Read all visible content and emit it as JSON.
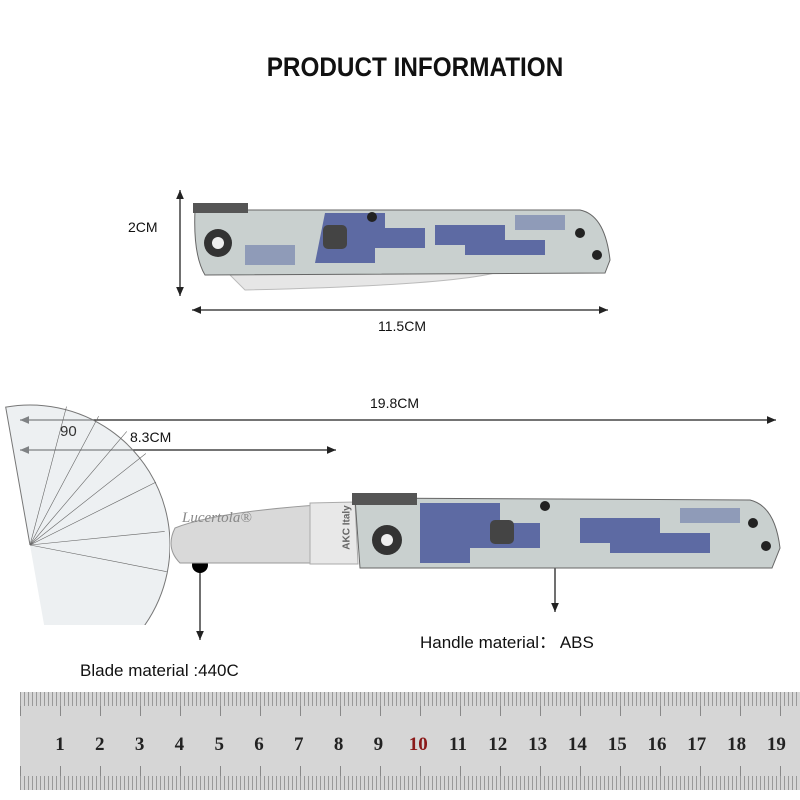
{
  "title": "PRODUCT INFORMATION",
  "dimensions": {
    "height": "2CM",
    "closed_length": "11.5CM",
    "open_length": "19.8CM",
    "blade_length": "8.3CM"
  },
  "materials": {
    "handle": "Handle material： ABS",
    "blade": "Blade material :440C"
  },
  "blade_marking": {
    "brand_script": "Lucertola®",
    "logo": "AKC Italy"
  },
  "ruler": {
    "numbers": [
      "1",
      "2",
      "3",
      "4",
      "5",
      "6",
      "7",
      "8",
      "9",
      "10",
      "11",
      "12",
      "13",
      "14",
      "15",
      "16",
      "17",
      "18",
      "19"
    ],
    "highlight": "10",
    "highlight_color": "#8b1a1a"
  },
  "protractor": {
    "label": "90"
  },
  "colors": {
    "camo_light": "#c9d0cf",
    "camo_dark": "#5d6aa3",
    "camo_mid": "#8f9bb8",
    "blade": "#d9d9d9"
  }
}
